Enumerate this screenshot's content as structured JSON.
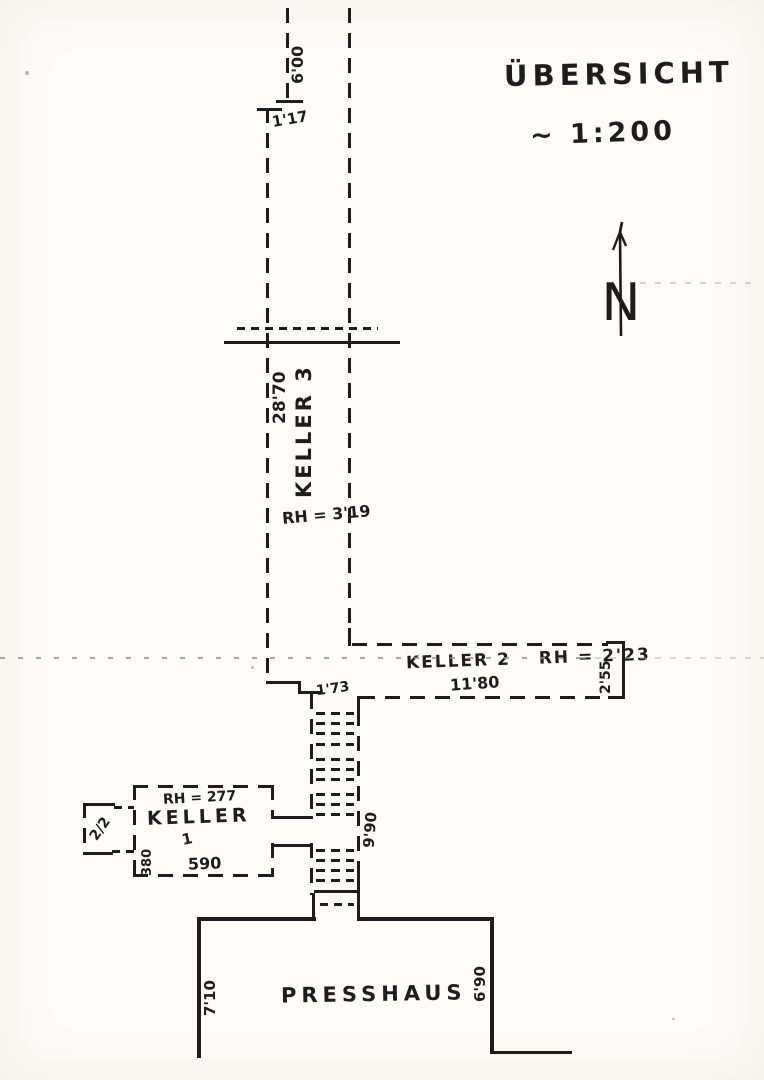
{
  "title": {
    "text": "ÜBERSICHT",
    "scale": "~ 1:200"
  },
  "compass": {
    "north_label": "N"
  },
  "keller3": {
    "name": "KELLER 3",
    "room_height": "RH = 3'19",
    "dim_length": "28'70",
    "dim_top": "6'00",
    "dim_offset": "1'17"
  },
  "keller2": {
    "name": "KELLER 2",
    "room_height": "RH = 2'23",
    "dim_length": "11'80",
    "dim_width": "2'55"
  },
  "passage": {
    "dim_width": "1'73",
    "dim_length": "9'90"
  },
  "keller1": {
    "name": "KELLER",
    "number": "1",
    "room_height": "RH = 277",
    "dim_width": "380",
    "dim_length": "590",
    "annex_label": "2/2"
  },
  "presshaus": {
    "name": "PRESSHAUS",
    "dim_left": "7'10",
    "dim_right": "6'90"
  },
  "colors": {
    "ink": "#1d1d1d",
    "paper": "#fcfbf7"
  }
}
